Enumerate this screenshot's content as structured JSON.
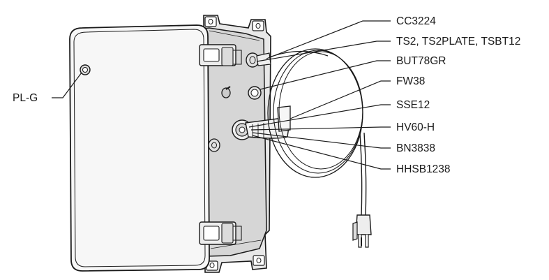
{
  "callouts": {
    "left": [
      "PL-G"
    ],
    "right": [
      "CC3224",
      "TS2, TS2PLATE, TSBT12",
      "BUT78GR",
      "FW38",
      "SSE12",
      "HV60-H",
      "BN3838",
      "HHSB1238"
    ]
  },
  "colors": {
    "ink": "#1a1a1a",
    "enclosure_front": "#f7f7f7",
    "enclosure_side": "#d9d9d9",
    "backplate": "#e6e6e6"
  }
}
